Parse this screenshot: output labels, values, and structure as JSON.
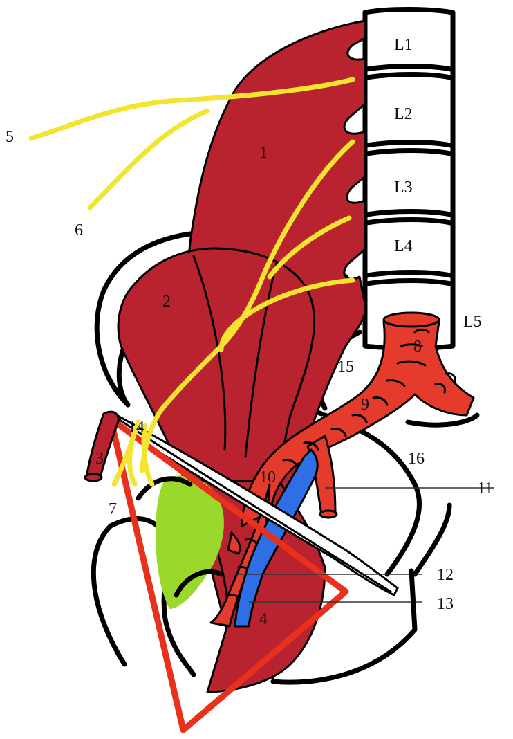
{
  "colors": {
    "muscle": "#b8232f",
    "artery": "#e53b2c",
    "vein": "#2f6fe6",
    "nerve": "#f3e52f",
    "bursa": "#9ad92b",
    "triangle": "#e8301c",
    "outline": "#000000"
  },
  "vertebra_labels": [
    "L1",
    "L2",
    "L3",
    "L4",
    "L5"
  ],
  "structure_labels": [
    "1",
    "2",
    "3",
    "4",
    "5",
    "6",
    "7",
    "8",
    "9",
    "10",
    "11",
    "12",
    "13",
    "14",
    "15",
    "16"
  ]
}
